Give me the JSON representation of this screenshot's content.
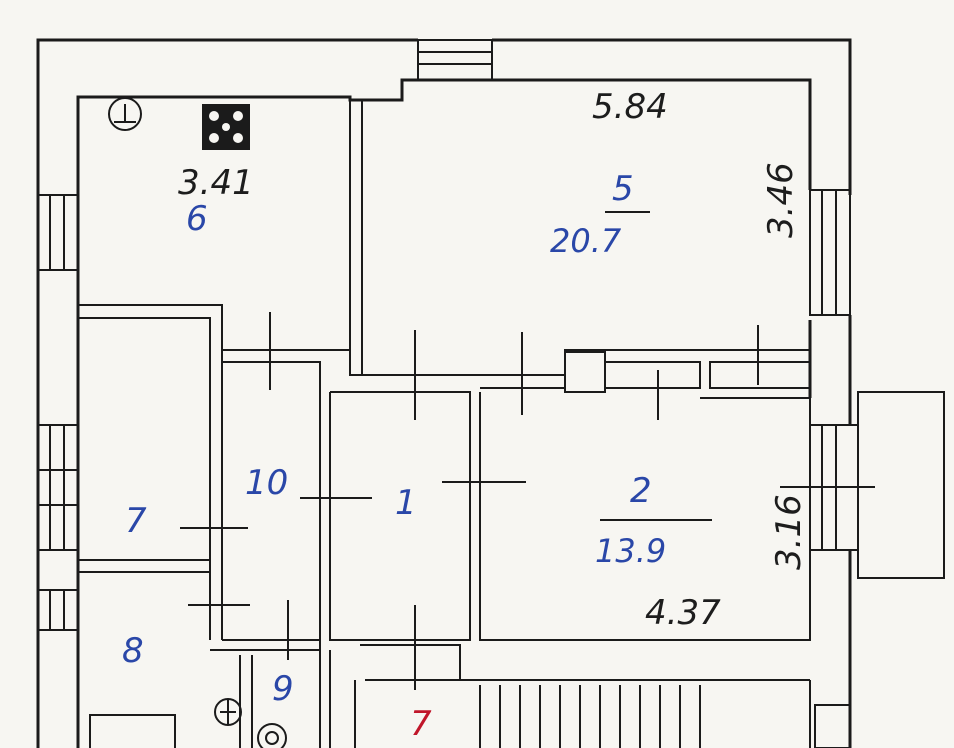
{
  "plan": {
    "colors": {
      "ink": "#1b1b1b",
      "room_number": "#2a47a8",
      "accent_number": "#c0162a",
      "paper": "#f7f6f2"
    },
    "dimensions": {
      "room5_width": "5.84",
      "room5_depth": "3.46",
      "room6_width": "3.41",
      "room2_width": "4.37",
      "room2_depth": "3.16"
    },
    "rooms": {
      "r5_number": "5",
      "r5_area": "20.7",
      "r6_number": "6",
      "r2_number": "2",
      "r2_area": "13.9",
      "r1_number": "1",
      "r10_number": "10",
      "r7_left_number": "7",
      "r8_number": "8",
      "r9_number": "9",
      "r7_bottom_number": "7"
    },
    "icons": [
      "sink-icon",
      "stove-icon",
      "toilet-icon"
    ]
  }
}
